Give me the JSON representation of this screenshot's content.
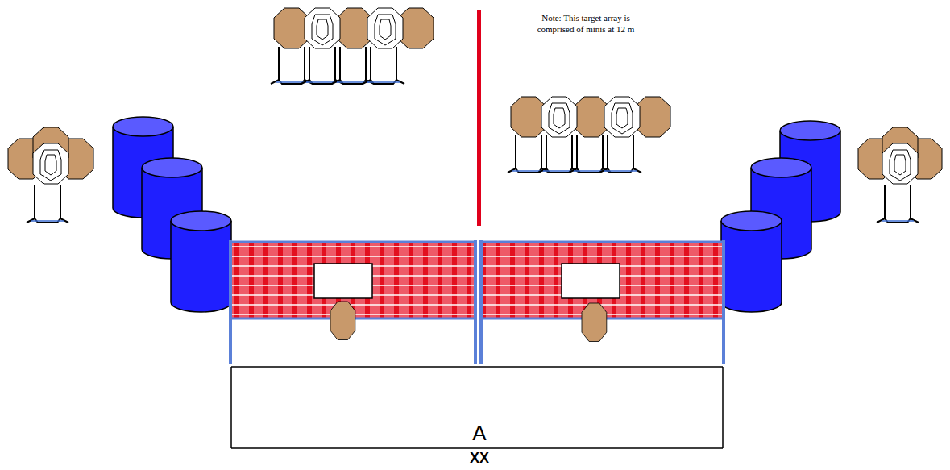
{
  "diagram": {
    "labels": [
      "Note:  This target array is comprised of minis at 12 m",
      "A",
      "XX"
    ]
  }
}
